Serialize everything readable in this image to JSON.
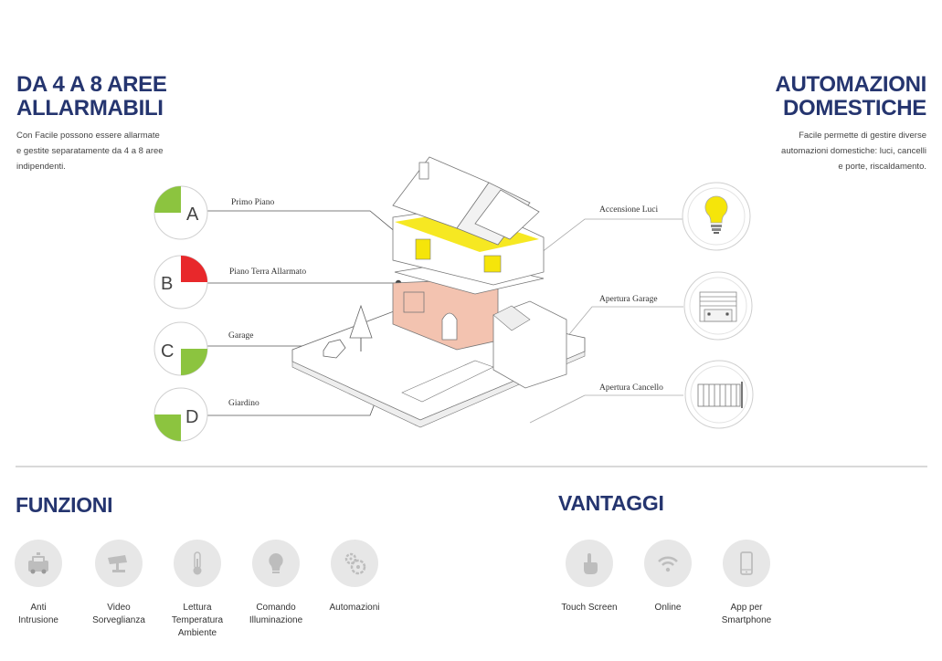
{
  "left": {
    "title_line1": "DA 4 A 8 AREE",
    "title_line2": "ALLARMABILI",
    "desc_line1": "Con Facile possono essere allarmate",
    "desc_line2": "e gestite separatamente da 4 a 8 aree",
    "desc_line3": "indipendenti."
  },
  "right": {
    "title_line1": "AUTOMAZIONI",
    "title_line2": "DOMESTICHE",
    "desc_line1": "Facile permette di gestire diverse",
    "desc_line2": "automazioni domestiche: luci, cancelli",
    "desc_line3": "e porte, riscaldamento."
  },
  "areas": [
    {
      "letter": "A",
      "label": "Primo Piano",
      "state": "green",
      "color": "#8cc43f"
    },
    {
      "letter": "B",
      "label": "Piano Terra Allarmato",
      "state": "alarm",
      "color": "#e8282b"
    },
    {
      "letter": "C",
      "label": "Garage",
      "state": "green",
      "color": "#8cc43f"
    },
    {
      "letter": "D",
      "label": "Giardino",
      "state": "green",
      "color": "#8cc43f"
    }
  ],
  "automations": [
    {
      "label": "Accensione Luci",
      "icon": "light-bulb-icon"
    },
    {
      "label": "Apertura Garage",
      "icon": "garage-door-icon"
    },
    {
      "label": "Apertura Cancello",
      "icon": "gate-icon"
    }
  ],
  "funzioni": {
    "title": "FUNZIONI",
    "items": [
      {
        "label": "Anti\nIntrusione",
        "icon": "police-car-icon"
      },
      {
        "label": "Video\nSorveglianza",
        "icon": "cctv-camera-icon"
      },
      {
        "label": "Lettura\nTemperatura\nAmbiente",
        "icon": "thermometer-icon"
      },
      {
        "label": "Comando\nIlluminazione",
        "icon": "light-bulb-icon"
      },
      {
        "label": "Automazioni",
        "icon": "gears-icon"
      }
    ]
  },
  "vantaggi": {
    "title": "VANTAGGI",
    "items": [
      {
        "label": "Touch Screen",
        "icon": "touch-hand-icon"
      },
      {
        "label": "Online",
        "icon": "wifi-icon"
      },
      {
        "label": "App per\nSmartphone",
        "icon": "smartphone-icon"
      }
    ]
  },
  "colors": {
    "navy": "#25356f",
    "green": "#8cc43f",
    "alarm_red": "#e8282b",
    "light_yellow": "#f5e50a",
    "floor_pink": "#f3c3b0",
    "icon_bg": "#e7e7e7"
  }
}
